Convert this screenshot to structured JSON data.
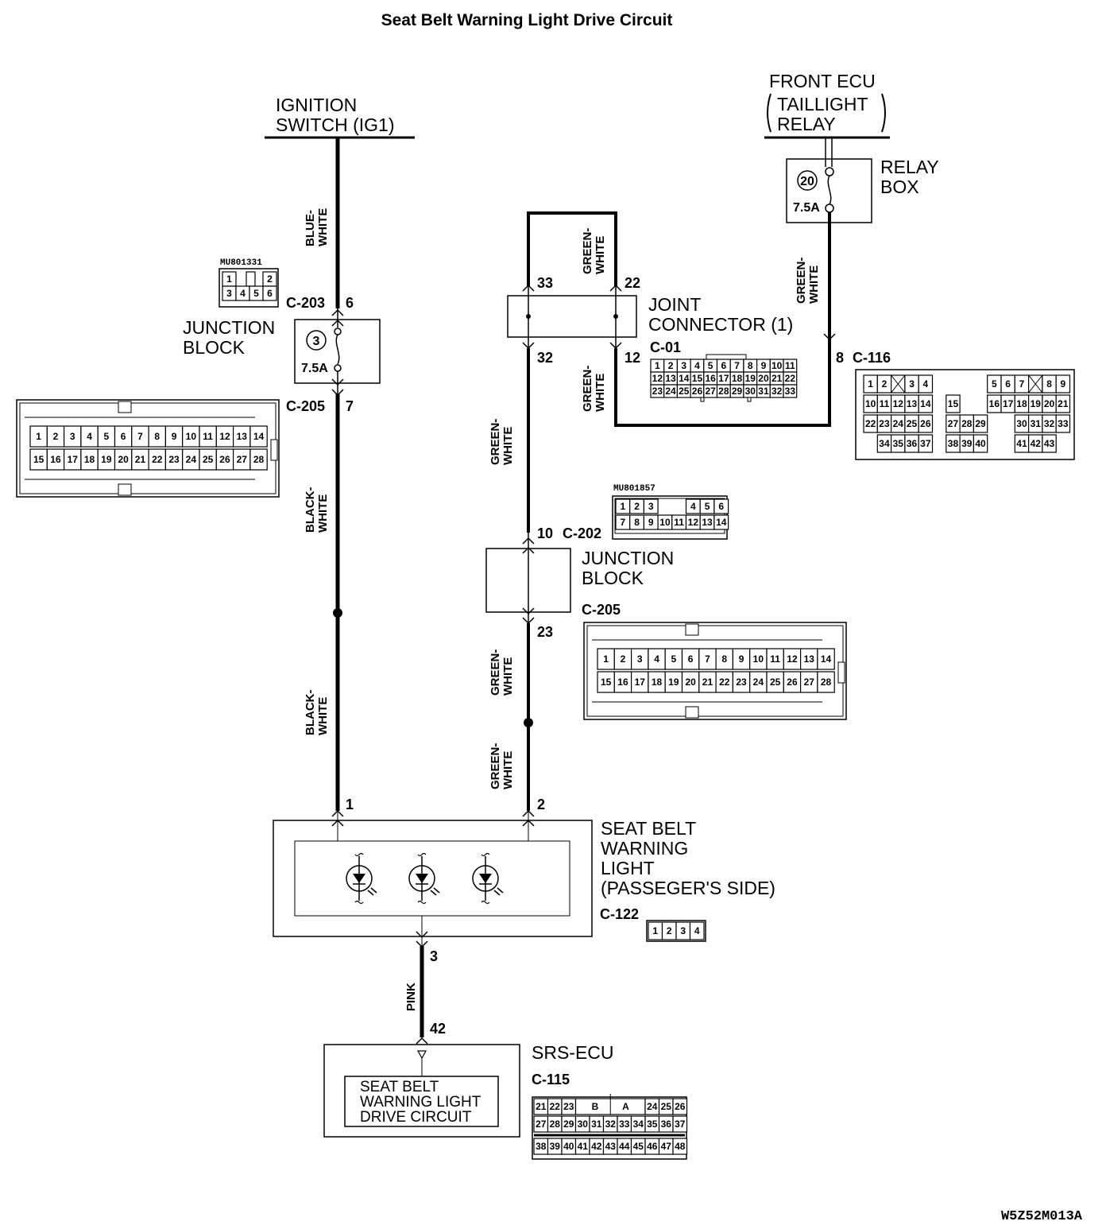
{
  "title": "Seat Belt Warning Light Drive Circuit",
  "figure_code": "W5Z52M013A",
  "sources": {
    "ignition": {
      "line1": "IGNITION",
      "line2": "SWITCH (IG1)"
    },
    "front_ecu": {
      "line1": "FRONT ECU",
      "line2": "TAILLIGHT",
      "line3": "RELAY"
    }
  },
  "relay_box": {
    "line1": "RELAY",
    "line2": "BOX",
    "fuse_no": "20",
    "rating": "7.5A"
  },
  "junction_block_top": {
    "line1": "JUNCTION",
    "line2": "BLOCK",
    "fuse_no": "3",
    "rating": "7.5A",
    "conn_in": "C-203",
    "pin_in": "6",
    "conn_out": "C-205",
    "pin_out": "7"
  },
  "joint_connector": {
    "line1": "JOINT",
    "line2": "CONNECTOR (1)",
    "conn": "C-01",
    "pins": {
      "tl": "33",
      "tr": "22",
      "bl": "32",
      "br": "12"
    }
  },
  "junction_block_mid": {
    "line1": "JUNCTION",
    "line2": "BLOCK",
    "conn_in": "C-202",
    "pin_in": "10",
    "conn_out": "C-205",
    "pin_out": "23"
  },
  "c116": {
    "conn": "C-116",
    "pin": "8"
  },
  "warning_light": {
    "line1": "SEAT BELT",
    "line2": "WARNING",
    "line3": "LIGHT",
    "line4": "(PASSEGER'S SIDE)",
    "conn": "C-122",
    "pin_a": "1",
    "pin_b": "2",
    "pin_c": "3"
  },
  "srs_ecu": {
    "label": "SRS-ECU",
    "conn": "C-115",
    "pin": "42",
    "inner1": "SEAT BELT",
    "inner2": "WARNING LIGHT",
    "inner3": "DRIVE CIRCUIT"
  },
  "wires": {
    "blue_white": [
      "BLUE-",
      "WHITE"
    ],
    "black_white": [
      "BLACK-",
      "WHITE"
    ],
    "green_white": [
      "GREEN-",
      "WHITE"
    ],
    "pink": [
      "PINK"
    ]
  },
  "connector_faces": {
    "mu801331": {
      "part": "MU801331",
      "rows": [
        [
          "1",
          "",
          "2"
        ],
        [
          "3",
          "4",
          "5",
          "6"
        ]
      ]
    },
    "c205": {
      "rows": [
        [
          "1",
          "2",
          "3",
          "4",
          "5",
          "6",
          "7",
          "8",
          "9",
          "10",
          "11",
          "12",
          "13",
          "14"
        ],
        [
          "15",
          "16",
          "17",
          "18",
          "19",
          "20",
          "21",
          "22",
          "23",
          "24",
          "25",
          "26",
          "27",
          "28"
        ]
      ]
    },
    "c01": {
      "rows": [
        [
          "1",
          "2",
          "3",
          "4",
          "5",
          "6",
          "7",
          "8",
          "9",
          "10",
          "11"
        ],
        [
          "12",
          "13",
          "14",
          "15",
          "16",
          "17",
          "18",
          "19",
          "20",
          "21",
          "22"
        ],
        [
          "23",
          "24",
          "25",
          "26",
          "27",
          "28",
          "29",
          "30",
          "31",
          "32",
          "33"
        ]
      ]
    },
    "mu801857": {
      "part": "MU801857",
      "rows": [
        [
          "1",
          "2",
          "3",
          "",
          "",
          "4",
          "5",
          "6"
        ],
        [
          "7",
          "8",
          "9",
          "10",
          "11",
          "12",
          "13",
          "14"
        ]
      ]
    },
    "c116": {
      "rows": [
        [
          "1",
          "2",
          "X",
          "3",
          "4",
          "",
          "",
          "",
          "",
          "5",
          "6",
          "7",
          "X",
          "8",
          "9"
        ],
        [
          "10",
          "11",
          "12",
          "13",
          "14",
          "",
          "15",
          "",
          "",
          "16",
          "17",
          "18",
          "19",
          "20",
          "21"
        ],
        [
          "22",
          "23",
          "24",
          "25",
          "26",
          "",
          "27",
          "28",
          "29",
          "",
          "",
          "30",
          "31",
          "32",
          "33"
        ],
        [
          "",
          "34",
          "35",
          "36",
          "37",
          "",
          "38",
          "39",
          "40",
          "",
          "",
          "41",
          "42",
          "43",
          ""
        ]
      ]
    },
    "c122": {
      "rows": [
        [
          "1",
          "2",
          "3",
          "4"
        ]
      ]
    },
    "c115": {
      "rows": [
        [
          "21",
          "22",
          "23",
          "B",
          "A",
          "24",
          "25",
          "26"
        ],
        [
          "27",
          "28",
          "29",
          "30",
          "31",
          "32",
          "33",
          "34",
          "35",
          "36",
          "37"
        ],
        [
          "38",
          "39",
          "40",
          "41",
          "42",
          "43",
          "44",
          "45",
          "46",
          "47",
          "48"
        ]
      ]
    }
  }
}
